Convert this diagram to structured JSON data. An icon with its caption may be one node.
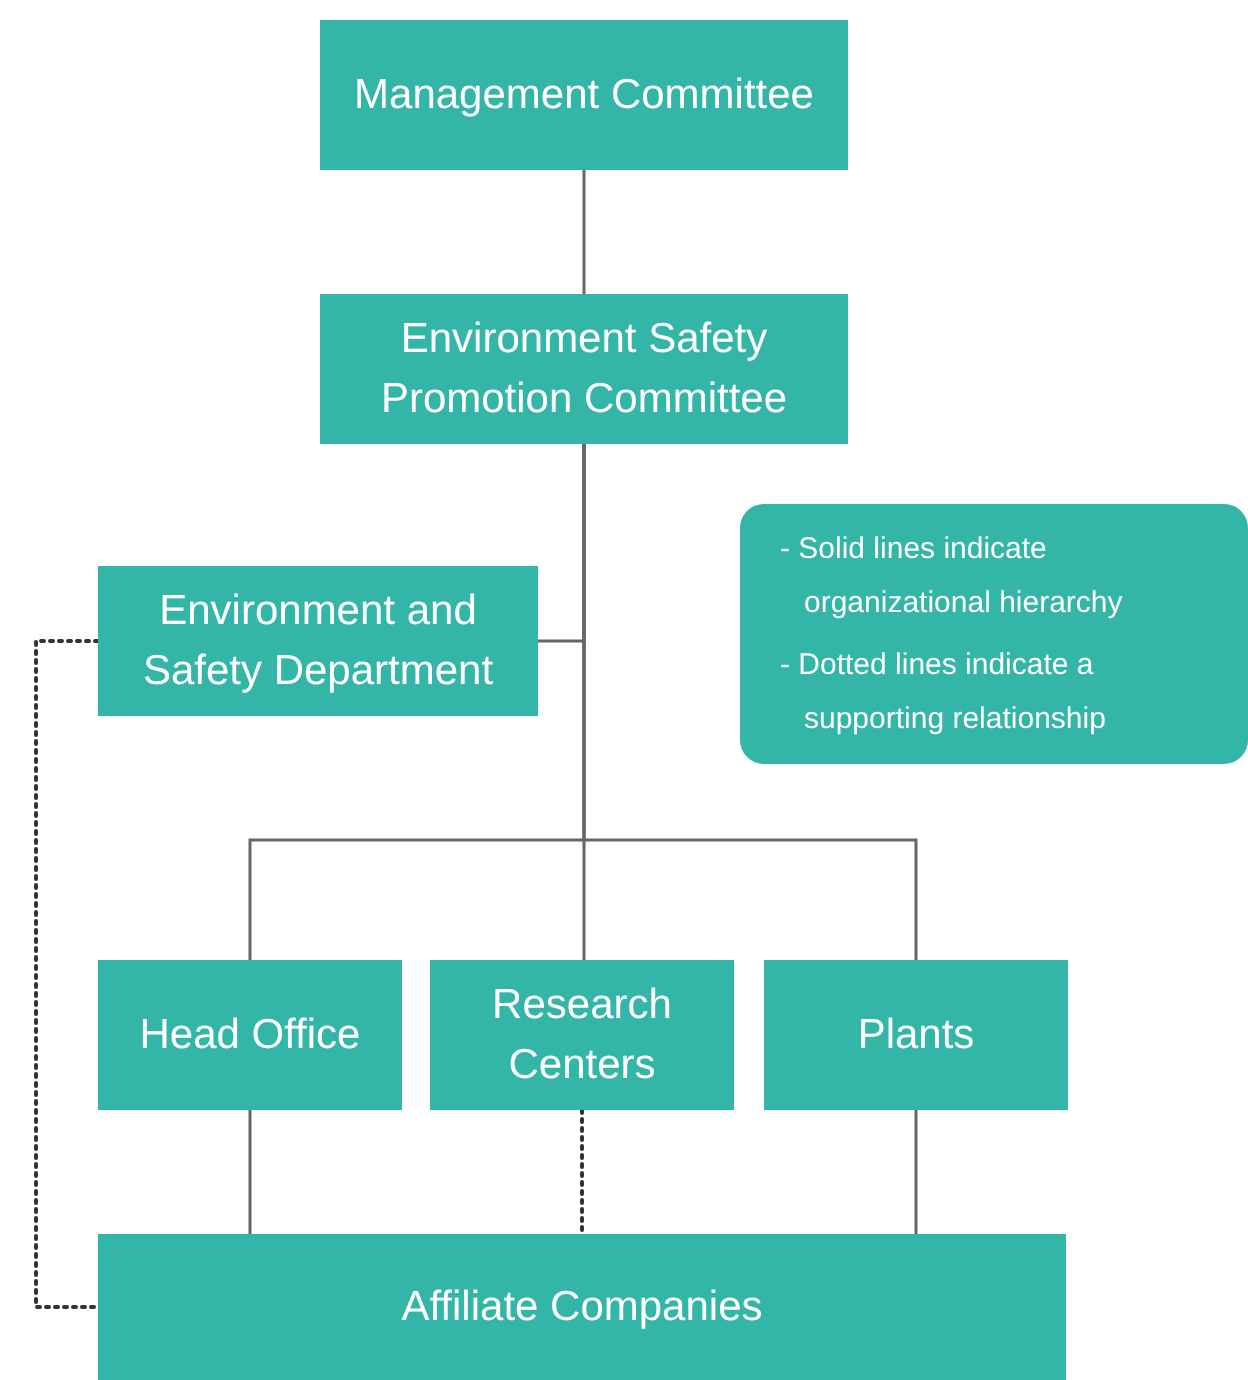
{
  "diagram": {
    "nodes": [
      {
        "text": [
          "Management Committee"
        ]
      },
      {
        "text": [
          "Environment Safety Promotion Committee"
        ]
      },
      {
        "text": [
          "Environment and Safety Department"
        ]
      },
      {
        "text": [
          "Head Office"
        ]
      },
      {
        "text": [
          "Research Centers"
        ]
      },
      {
        "text": [
          "Plants"
        ]
      },
      {
        "text": [
          "Affiliate Companies"
        ]
      },
      {
        "text": [
          "- Solid lines indicate organizational hierarchy",
          "- Dotted lines indicate a supporting relationship"
        ]
      }
    ],
    "edges": [
      {
        "from": 0,
        "to": 1,
        "arrow": "none"
      },
      {
        "from": 1,
        "to": 2,
        "arrow": "none"
      },
      {
        "from": 1,
        "to": 3,
        "arrow": "none"
      },
      {
        "from": 1,
        "to": 4,
        "arrow": "none"
      },
      {
        "from": 1,
        "to": 5,
        "arrow": "none"
      },
      {
        "from": 3,
        "to": 6,
        "arrow": "none"
      },
      {
        "from": 4,
        "to": 6,
        "arrow": "none",
        "style": "dashed"
      },
      {
        "from": 5,
        "to": 6,
        "arrow": "none"
      },
      {
        "from": 2,
        "to": 6,
        "arrow": "none",
        "style": "dashed"
      }
    ]
  }
}
